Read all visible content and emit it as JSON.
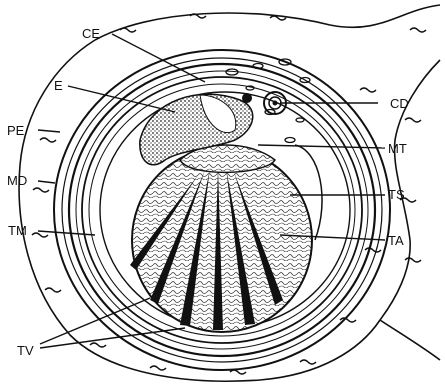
{
  "labels": {
    "ce": "CE",
    "e": "E",
    "pe": "PE",
    "md": "MD",
    "tm": "TM",
    "tv": "TV",
    "cd": "CD",
    "mt": "MT",
    "ts": "TS",
    "ta": "TA"
  }
}
